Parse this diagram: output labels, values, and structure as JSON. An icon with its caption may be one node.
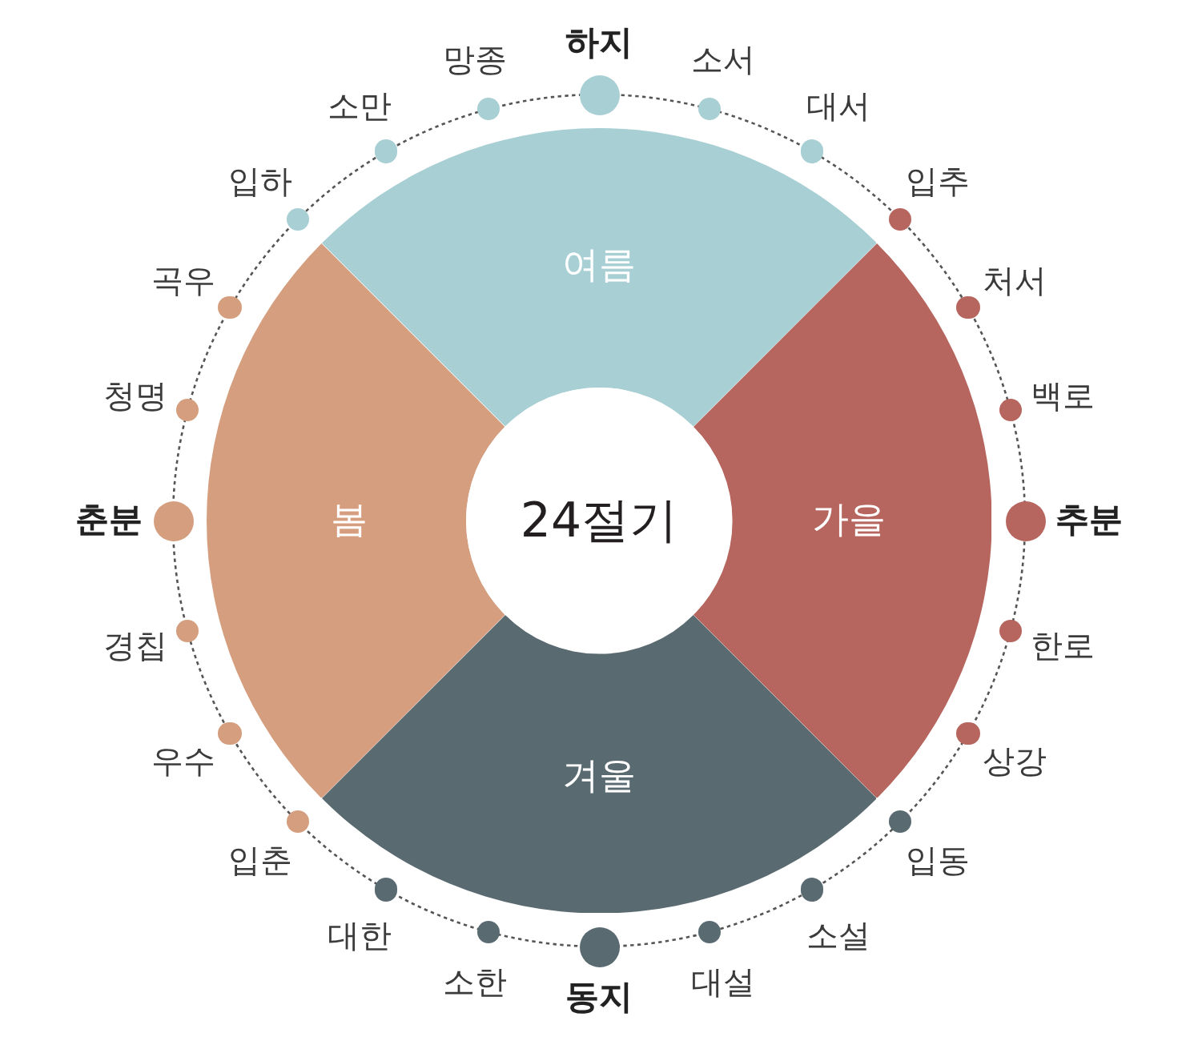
{
  "diagram": {
    "nodes": [
      {
        "text": [
          "여름"
        ]
      },
      {
        "text": [
          "봄"
        ]
      },
      {
        "text": [
          "24절기"
        ]
      },
      {
        "text": [
          "가을"
        ]
      },
      {
        "text": [
          "겨울"
        ]
      },
      {
        "text": [],
        "shape": "circle",
        "beside": [
          "하지"
        ]
      },
      {
        "text": [],
        "shape": "circle",
        "beside": [
          "소서"
        ]
      },
      {
        "text": [],
        "shape": "circle",
        "beside": [
          "대서"
        ]
      },
      {
        "text": [],
        "shape": "circle",
        "beside": [
          "입추"
        ]
      },
      {
        "text": [],
        "shape": "circle",
        "beside": [
          "처서"
        ]
      },
      {
        "text": [],
        "shape": "circle",
        "beside": [
          "백로"
        ]
      },
      {
        "text": [],
        "shape": "circle",
        "beside": [
          "추분"
        ]
      },
      {
        "text": [],
        "shape": "circle",
        "beside": [
          "한로"
        ]
      },
      {
        "text": [],
        "shape": "circle",
        "beside": [
          "상강"
        ]
      },
      {
        "text": [],
        "shape": "circle",
        "beside": [
          "입동"
        ]
      },
      {
        "text": [],
        "shape": "circle",
        "beside": [
          "소설"
        ]
      },
      {
        "text": [],
        "shape": "circle",
        "beside": [
          "대설"
        ]
      },
      {
        "text": [],
        "shape": "circle",
        "beside": [
          "동지"
        ]
      },
      {
        "text": [],
        "shape": "circle",
        "beside": [
          "소한"
        ]
      },
      {
        "text": [],
        "shape": "circle",
        "beside": [
          "대한"
        ]
      },
      {
        "text": [],
        "shape": "circle",
        "beside": [
          "입춘"
        ]
      },
      {
        "text": [],
        "shape": "circle",
        "beside": [
          "우수"
        ]
      },
      {
        "text": [],
        "shape": "circle",
        "beside": [
          "경칩"
        ]
      },
      {
        "text": [],
        "shape": "circle",
        "beside": [
          "춘분"
        ]
      },
      {
        "text": [],
        "shape": "circle",
        "beside": [
          "청명"
        ]
      },
      {
        "text": [],
        "shape": "circle",
        "beside": [
          "곡우"
        ]
      },
      {
        "text": [],
        "shape": "circle",
        "beside": [
          "입하"
        ]
      },
      {
        "text": [],
        "shape": "circle",
        "beside": [
          "소만"
        ]
      },
      {
        "text": [],
        "shape": "circle",
        "beside": [
          "망종"
        ]
      }
    ]
  }
}
